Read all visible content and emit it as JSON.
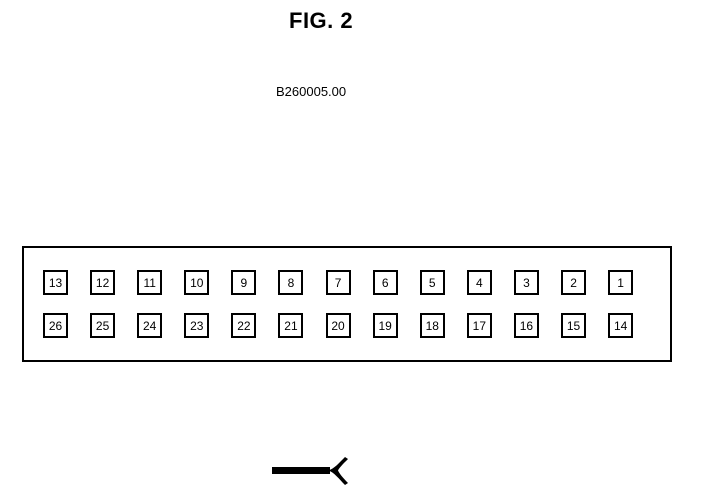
{
  "figure": {
    "title": "FIG. 2",
    "reference_code": "B260005.00"
  },
  "connector": {
    "top_row_pins": [
      "13",
      "12",
      "11",
      "10",
      "9",
      "8",
      "7",
      "6",
      "5",
      "4",
      "3",
      "2",
      "1"
    ],
    "bottom_row_pins": [
      "26",
      "25",
      "24",
      "23",
      "22",
      "21",
      "20",
      "19",
      "18",
      "17",
      "16",
      "15",
      "14"
    ]
  },
  "probe": {
    "icon": "probe-icon"
  }
}
